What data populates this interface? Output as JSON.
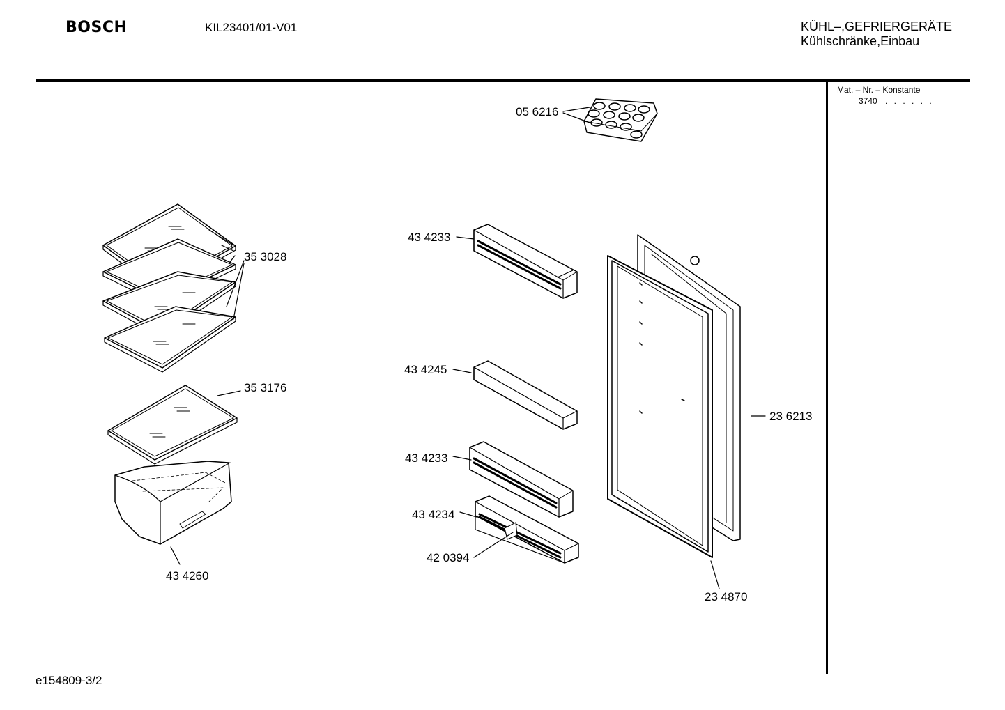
{
  "header": {
    "brand": "BOSCH",
    "model": "KIL23401/01-V01",
    "category_line1": "KÜHL–,GEFRIERGERÄTE",
    "category_line2": "Kühlschränke,Einbau"
  },
  "side_panel": {
    "label": "Mat. – Nr. – Konstante",
    "value": "3740",
    "dots": ". .  . . . ."
  },
  "footer": {
    "doc_id": "e154809-3/2"
  },
  "parts": [
    {
      "id": "egg-tray",
      "number": "05 6216"
    },
    {
      "id": "glass-shelf",
      "number": "35 3028"
    },
    {
      "id": "crisper-cover-shelf",
      "number": "35 3176"
    },
    {
      "id": "vegetable-drawer",
      "number": "43 4260"
    },
    {
      "id": "door-shelf-upper",
      "number": "43 4233"
    },
    {
      "id": "door-shelf-middle",
      "number": "43 4245"
    },
    {
      "id": "door-shelf-lower",
      "number": "43 4233"
    },
    {
      "id": "bottle-shelf",
      "number": "43 4234"
    },
    {
      "id": "bottle-retainer",
      "number": "42 0394"
    },
    {
      "id": "door-panel",
      "number": "23 6213"
    },
    {
      "id": "door-gasket",
      "number": "23 4870"
    }
  ]
}
